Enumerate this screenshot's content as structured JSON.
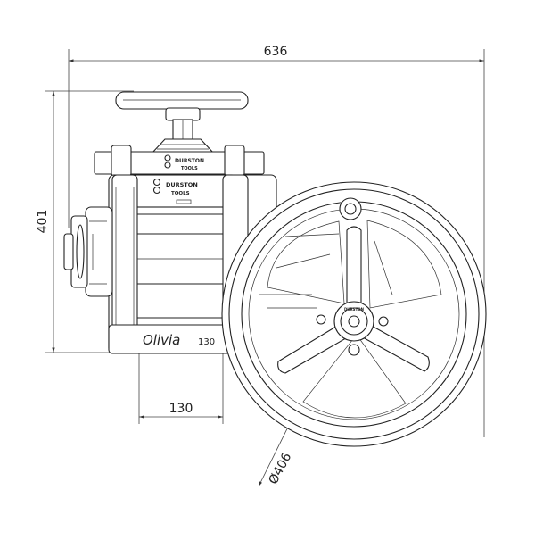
{
  "dimensions": {
    "width": "636",
    "height": "401",
    "depth": "130",
    "wheel_diameter": "Ø406"
  },
  "labels": {
    "brand_top": "DURSTON",
    "brand_top_sub": "TOOLS",
    "brand_mid": "DURSTON",
    "brand_mid_sub": "TOOLS",
    "model_script": "Olivia",
    "model_number": "130",
    "hub_text": "DURSTON"
  },
  "colors": {
    "line": "#222222",
    "dimension": "#444444",
    "background": "#ffffff"
  }
}
